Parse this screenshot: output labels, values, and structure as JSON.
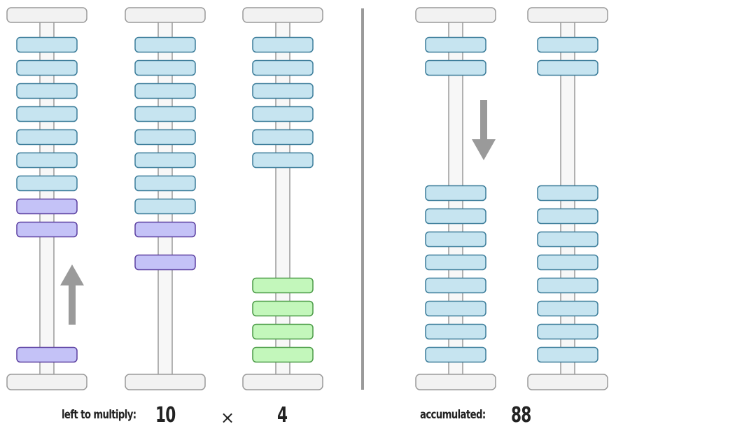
{
  "left_label": "left to multiply:",
  "multiplicand": "10",
  "times_symbol": "×",
  "multiplier": "4",
  "accumulated_label": "accumulated:",
  "accumulated_value": "88",
  "colors": {
    "blue_fill": "#c6e4f0",
    "blue_stroke": "#3c7d9a",
    "purple_fill": "#c4c2f7",
    "purple_stroke": "#5b3fa0",
    "green_fill": "#c3f7bb",
    "green_stroke": "#4a9a46",
    "arrow": "#9a9a9a",
    "divider": "#9a9a9a",
    "frame_fill": "#f2f2f2",
    "frame_stroke": "#9a9a9a"
  },
  "rods": [
    {
      "name": "rod-1",
      "arrow": "up",
      "beads": [
        {
          "color": "blue",
          "pos": "top"
        },
        {
          "color": "blue",
          "pos": "top"
        },
        {
          "color": "blue",
          "pos": "top"
        },
        {
          "color": "blue",
          "pos": "top"
        },
        {
          "color": "blue",
          "pos": "top"
        },
        {
          "color": "blue",
          "pos": "top"
        },
        {
          "color": "blue",
          "pos": "top"
        },
        {
          "color": "purple",
          "pos": "top"
        },
        {
          "color": "purple",
          "pos": "top"
        },
        {
          "color": "purple",
          "pos": "bottom"
        }
      ]
    },
    {
      "name": "rod-2",
      "arrow": "none",
      "beads": [
        {
          "color": "blue",
          "pos": "top"
        },
        {
          "color": "blue",
          "pos": "top"
        },
        {
          "color": "blue",
          "pos": "top"
        },
        {
          "color": "blue",
          "pos": "top"
        },
        {
          "color": "blue",
          "pos": "top"
        },
        {
          "color": "blue",
          "pos": "top"
        },
        {
          "color": "blue",
          "pos": "top"
        },
        {
          "color": "blue",
          "pos": "top"
        },
        {
          "color": "purple",
          "pos": "top"
        },
        {
          "color": "purple",
          "pos": "top"
        }
      ]
    },
    {
      "name": "rod-3",
      "arrow": "none",
      "beads": [
        {
          "color": "blue",
          "pos": "top"
        },
        {
          "color": "blue",
          "pos": "top"
        },
        {
          "color": "blue",
          "pos": "top"
        },
        {
          "color": "blue",
          "pos": "top"
        },
        {
          "color": "blue",
          "pos": "top"
        },
        {
          "color": "blue",
          "pos": "top"
        },
        {
          "color": "green",
          "pos": "bottom"
        },
        {
          "color": "green",
          "pos": "bottom"
        },
        {
          "color": "green",
          "pos": "bottom"
        },
        {
          "color": "green",
          "pos": "bottom"
        }
      ]
    },
    {
      "name": "rod-4",
      "arrow": "down",
      "beads": [
        {
          "color": "blue",
          "pos": "top"
        },
        {
          "color": "blue",
          "pos": "top"
        },
        {
          "color": "blue",
          "pos": "bottom"
        },
        {
          "color": "blue",
          "pos": "bottom"
        },
        {
          "color": "blue",
          "pos": "bottom"
        },
        {
          "color": "blue",
          "pos": "bottom"
        },
        {
          "color": "blue",
          "pos": "bottom"
        },
        {
          "color": "blue",
          "pos": "bottom"
        },
        {
          "color": "blue",
          "pos": "bottom"
        },
        {
          "color": "blue",
          "pos": "bottom"
        }
      ]
    },
    {
      "name": "rod-5",
      "arrow": "none",
      "beads": [
        {
          "color": "blue",
          "pos": "top"
        },
        {
          "color": "blue",
          "pos": "top"
        },
        {
          "color": "blue",
          "pos": "bottom"
        },
        {
          "color": "blue",
          "pos": "bottom"
        },
        {
          "color": "blue",
          "pos": "bottom"
        },
        {
          "color": "blue",
          "pos": "bottom"
        },
        {
          "color": "blue",
          "pos": "bottom"
        },
        {
          "color": "blue",
          "pos": "bottom"
        },
        {
          "color": "blue",
          "pos": "bottom"
        },
        {
          "color": "blue",
          "pos": "bottom"
        }
      ]
    }
  ]
}
